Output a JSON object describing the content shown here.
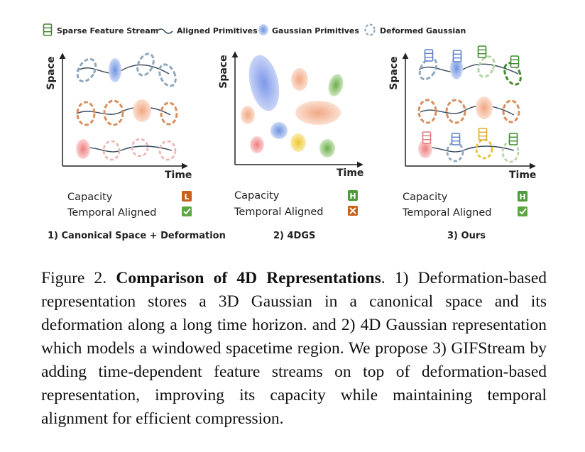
{
  "legend": {
    "items": [
      {
        "icon": "feature-stream-icon",
        "label": "Sparse Feature Stream"
      },
      {
        "icon": "aligned-primitive-icon",
        "label": "Aligned Primitives"
      },
      {
        "icon": "gaussian-primitive-icon",
        "label": "Gaussian Primitives"
      },
      {
        "icon": "deformed-gaussian-icon",
        "label": "Deformed Gaussian"
      }
    ]
  },
  "panels": [
    {
      "y_label": "Space",
      "x_label": "Time",
      "capacity_label": "Capacity",
      "capacity_badge": "L",
      "temporal_label": "Temporal Aligned",
      "temporal_status": "check",
      "caption": "1) Canonical Space + Deformation"
    },
    {
      "y_label": "Space",
      "x_label": "Time",
      "capacity_label": "Capacity",
      "capacity_badge": "H",
      "temporal_label": "Temporal Aligned",
      "temporal_status": "cross",
      "caption": "2) 4DGS"
    },
    {
      "y_label": "Space",
      "x_label": "Time",
      "capacity_label": "Capacity",
      "capacity_badge": "H",
      "temporal_label": "Temporal Aligned",
      "temporal_status": "check",
      "caption": "3) Ours"
    }
  ],
  "colors": {
    "badge_low": "#c8601a",
    "badge_high": "#4f9a3a",
    "check": "#5aa640",
    "cross": "#c8601a",
    "blue": "#6e8ee0",
    "grayblue": "#8fa8bd",
    "orange": "#e39a6a",
    "pink": "#e57878",
    "green": "#6fb04f",
    "yellow": "#e8c232",
    "darkgreen": "#3f8a2e"
  },
  "figure_caption": {
    "prefix": "Figure 2.",
    "title": "Comparison of 4D Representations",
    "body": ". 1) Deformation-based representation stores a 3D Gaussian in a canonical space and its deformation along a long time horizon.  and 2) 4D Gaussian representation which models a windowed spacetime region.  We propose 3) GIFStream by adding time-dependent feature streams on top of deformation-based representation, improving its capacity while maintaining temporal alignment for efficient compression."
  }
}
